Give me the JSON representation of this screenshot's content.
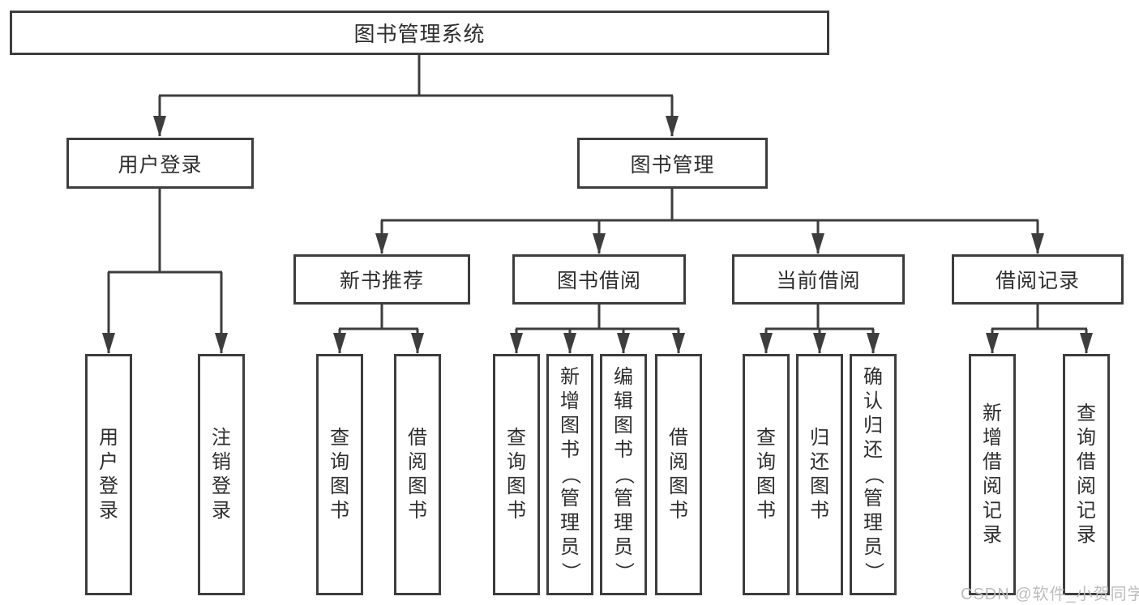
{
  "nodes": {
    "root": "图书管理系统",
    "user_login": "用户登录",
    "book_management": "图书管理",
    "new_book_recommend": "新书推荐",
    "book_borrowing": "图书借阅",
    "current_borrowing": "当前借阅",
    "borrowing_records": "借阅记录",
    "leaf_user_login": "用户登录",
    "leaf_logout": "注销登录",
    "leaf_rec_query_books": "查询图书",
    "leaf_rec_borrow_books": "借阅图书",
    "leaf_bb_query_books": "查询图书",
    "leaf_bb_add_books": "新增图书（管理员）",
    "leaf_bb_edit_books": "编辑图书（管理员）",
    "leaf_bb_borrow_books": "借阅图书",
    "leaf_cb_query_books": "查询图书",
    "leaf_cb_return_books": "归还图书",
    "leaf_cb_confirm_return": "确认归还（管理员）",
    "leaf_br_add_record": "新增借阅记录",
    "leaf_br_query_record": "查询借阅记录"
  },
  "hierarchy": {
    "root": [
      "user_login",
      "book_management"
    ],
    "user_login": [
      "leaf_user_login",
      "leaf_logout"
    ],
    "book_management": [
      "new_book_recommend",
      "book_borrowing",
      "current_borrowing",
      "borrowing_records"
    ],
    "new_book_recommend": [
      "leaf_rec_query_books",
      "leaf_rec_borrow_books"
    ],
    "book_borrowing": [
      "leaf_bb_query_books",
      "leaf_bb_add_books",
      "leaf_bb_edit_books",
      "leaf_bb_borrow_books"
    ],
    "current_borrowing": [
      "leaf_cb_query_books",
      "leaf_cb_return_books",
      "leaf_cb_confirm_return"
    ],
    "borrowing_records": [
      "leaf_br_add_record",
      "leaf_br_query_record"
    ]
  },
  "watermark": "CSDN @软件_小贺同学",
  "colors": {
    "line": "#3d3d3d",
    "text": "#2e2e2e",
    "watermark": "#bdbdbd",
    "background": "#ffffff"
  }
}
